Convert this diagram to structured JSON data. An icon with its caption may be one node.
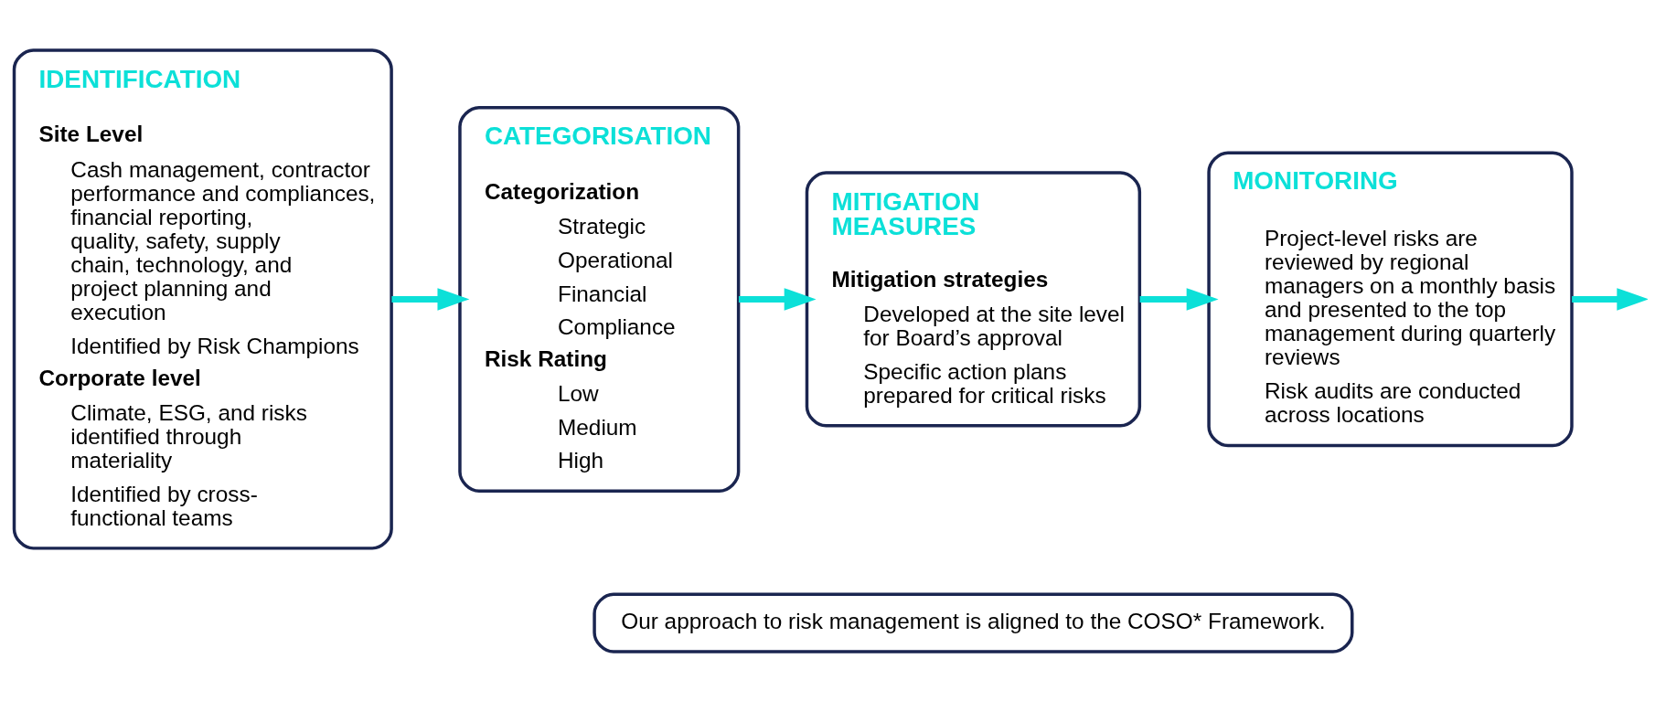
{
  "diagram": {
    "nodes": [
      {
        "text": [
          "IDENTIFICATION",
          "Site Level",
          "Cash management, contractor performance and compliances, financial reporting, quality, safety, supply chain, technology, and project planning and execution",
          "Identified by Risk Champions",
          "Corporate level",
          "Climate, ESG, and risks identified through materiality",
          "Identified by cross-functional teams"
        ]
      },
      {
        "text": [
          "CATEGORISATION",
          "Categorization",
          "Strategic",
          "Operational",
          "Financial",
          "Compliance",
          "Risk Rating",
          "Low",
          "Medium",
          "High"
        ]
      },
      {
        "text": [
          "MITIGATION MEASURES",
          "Mitigation strategies",
          "Developed at the site level for Board’s approval",
          "Specific action plans prepared for critical risks"
        ]
      },
      {
        "text": [
          "MONITORING",
          "Project-level risks are reviewed by regional managers on a monthly basis and presented to the top management during quarterly reviews",
          "Risk audits are conducted across locations"
        ]
      },
      {
        "text": [
          "Our approach to risk management is aligned to the COSO* Framework."
        ]
      }
    ],
    "edges": [
      {
        "from": 0,
        "to": 1,
        "arrow": "to"
      },
      {
        "from": 1,
        "to": 2,
        "arrow": "to"
      },
      {
        "from": 2,
        "to": 3,
        "arrow": "to"
      },
      {
        "from": 3,
        "to": null,
        "arrow": "to"
      }
    ]
  }
}
